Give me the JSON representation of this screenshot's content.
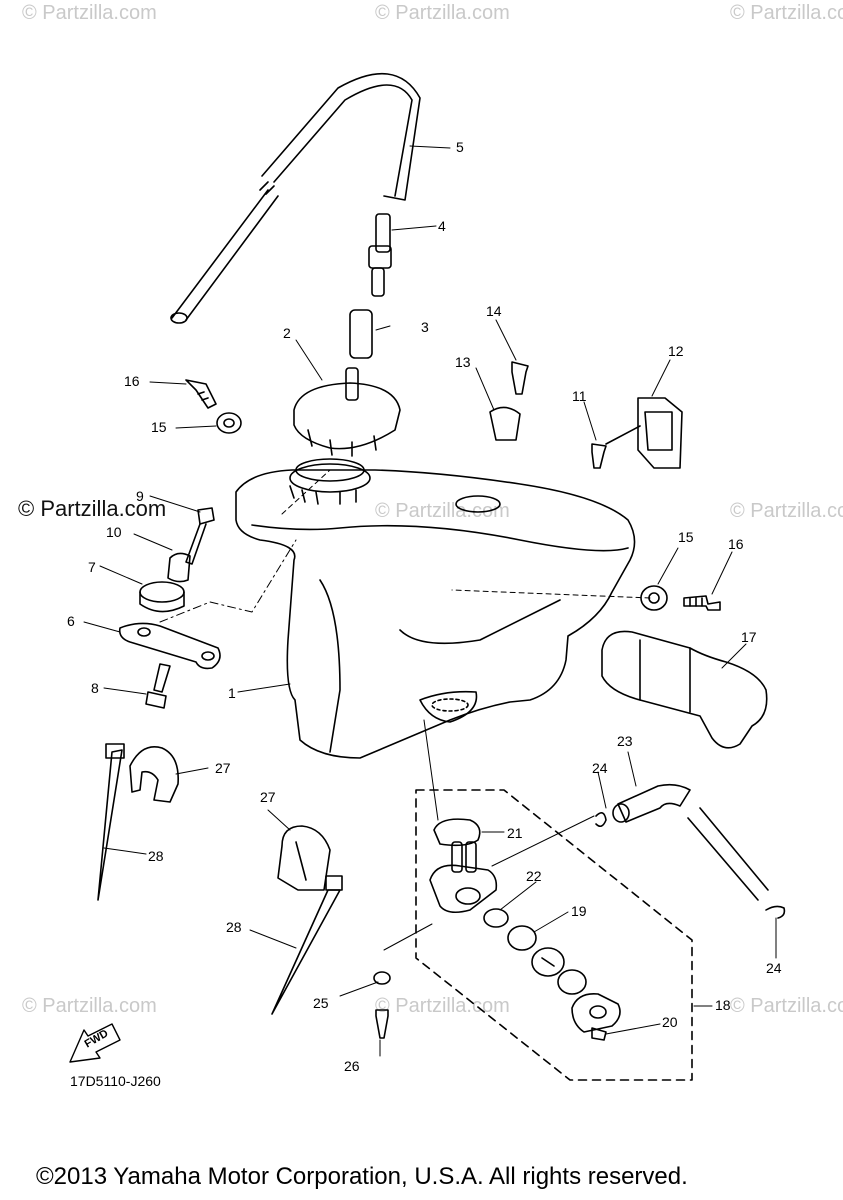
{
  "watermark": "© Partzilla.com",
  "watermark_main": "© Partzilla.com",
  "diagram_code": "17D5110-J260",
  "fwd_label": "FWD",
  "copyright": "©2013 Yamaha Motor Corporation, U.S.A. All rights reserved.",
  "callouts": {
    "c1": "1",
    "c2": "2",
    "c3": "3",
    "c4": "4",
    "c5": "5",
    "c6": "6",
    "c7": "7",
    "c8": "8",
    "c9": "9",
    "c10": "10",
    "c11": "11",
    "c12": "12",
    "c13": "13",
    "c14": "14",
    "c15a": "15",
    "c15b": "15",
    "c16a": "16",
    "c16b": "16",
    "c17": "17",
    "c18": "18",
    "c19": "19",
    "c20": "20",
    "c21": "21",
    "c22": "22",
    "c23": "23",
    "c24a": "24",
    "c24b": "24",
    "c25": "25",
    "c26": "26",
    "c27a": "27",
    "c27b": "27",
    "c28a": "28",
    "c28b": "28"
  }
}
